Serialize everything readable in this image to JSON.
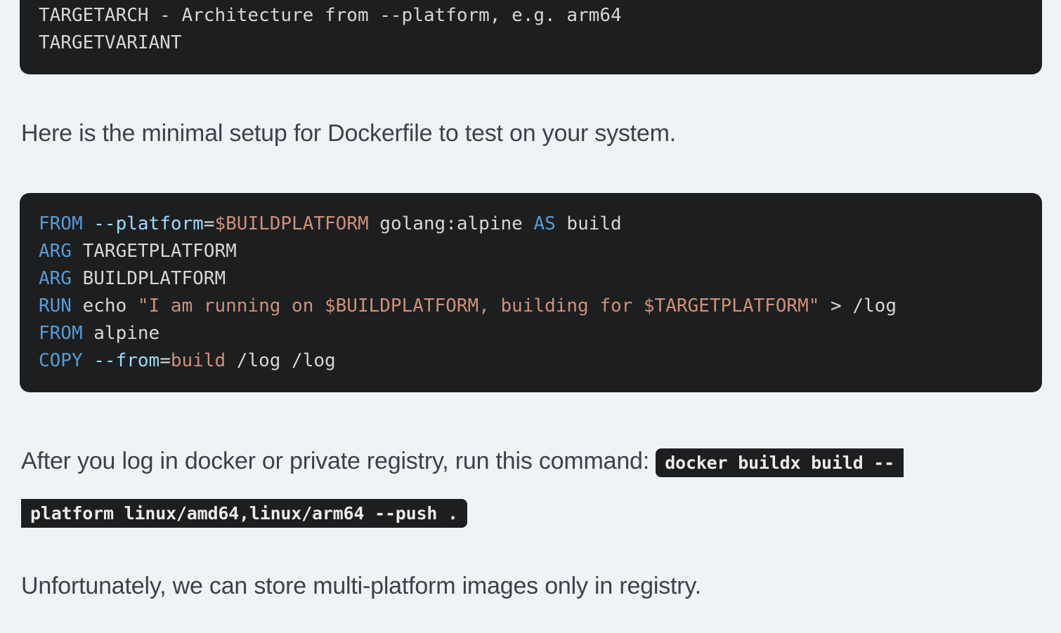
{
  "colors": {
    "page_background": "#eff2f7",
    "code_background": "#1d1e20",
    "paragraph_text": "#3d4249",
    "k": "#569cd6",
    "f": "#9cdcfe",
    "s": "#ce9178",
    "d": "#d6d6d6"
  },
  "code_block_top": {
    "lines": [
      [
        {
          "t": "TARGETARCH - Architecture from --platform, e.g. arm64",
          "c": "d"
        }
      ],
      [
        {
          "t": "TARGETVARIANT",
          "c": "d"
        }
      ]
    ]
  },
  "paragraph_1": "Here is the minimal setup for Dockerfile to test on your system.",
  "code_block_dockerfile": {
    "lines": [
      [
        {
          "t": "FROM",
          "c": "k"
        },
        {
          "t": " ",
          "c": "d"
        },
        {
          "t": "--platform",
          "c": "f"
        },
        {
          "t": "=",
          "c": "d"
        },
        {
          "t": "$BUILDPLATFORM",
          "c": "s"
        },
        {
          "t": " golang:alpine ",
          "c": "d"
        },
        {
          "t": "AS",
          "c": "k"
        },
        {
          "t": " build",
          "c": "d"
        }
      ],
      [
        {
          "t": "ARG",
          "c": "k"
        },
        {
          "t": " TARGETPLATFORM",
          "c": "d"
        }
      ],
      [
        {
          "t": "ARG",
          "c": "k"
        },
        {
          "t": " BUILDPLATFORM",
          "c": "d"
        }
      ],
      [
        {
          "t": "RUN",
          "c": "k"
        },
        {
          "t": " echo ",
          "c": "d"
        },
        {
          "t": "\"I am running on $BUILDPLATFORM, building for $TARGETPLATFORM\"",
          "c": "s"
        },
        {
          "t": " > /log",
          "c": "d"
        }
      ],
      [
        {
          "t": "FROM",
          "c": "k"
        },
        {
          "t": " alpine",
          "c": "d"
        }
      ],
      [
        {
          "t": "COPY",
          "c": "k"
        },
        {
          "t": " ",
          "c": "d"
        },
        {
          "t": "--from",
          "c": "f"
        },
        {
          "t": "=",
          "c": "d"
        },
        {
          "t": "build",
          "c": "s"
        },
        {
          "t": " /log /log",
          "c": "d"
        }
      ]
    ]
  },
  "paragraph_2": {
    "text": "After you log in docker or private registry, run this command:",
    "code_part_1": "docker buildx build --",
    "code_part_2": "platform linux/amd64,linux/arm64 --push ."
  },
  "paragraph_3": "Unfortunately, we can store multi-platform images only in registry."
}
